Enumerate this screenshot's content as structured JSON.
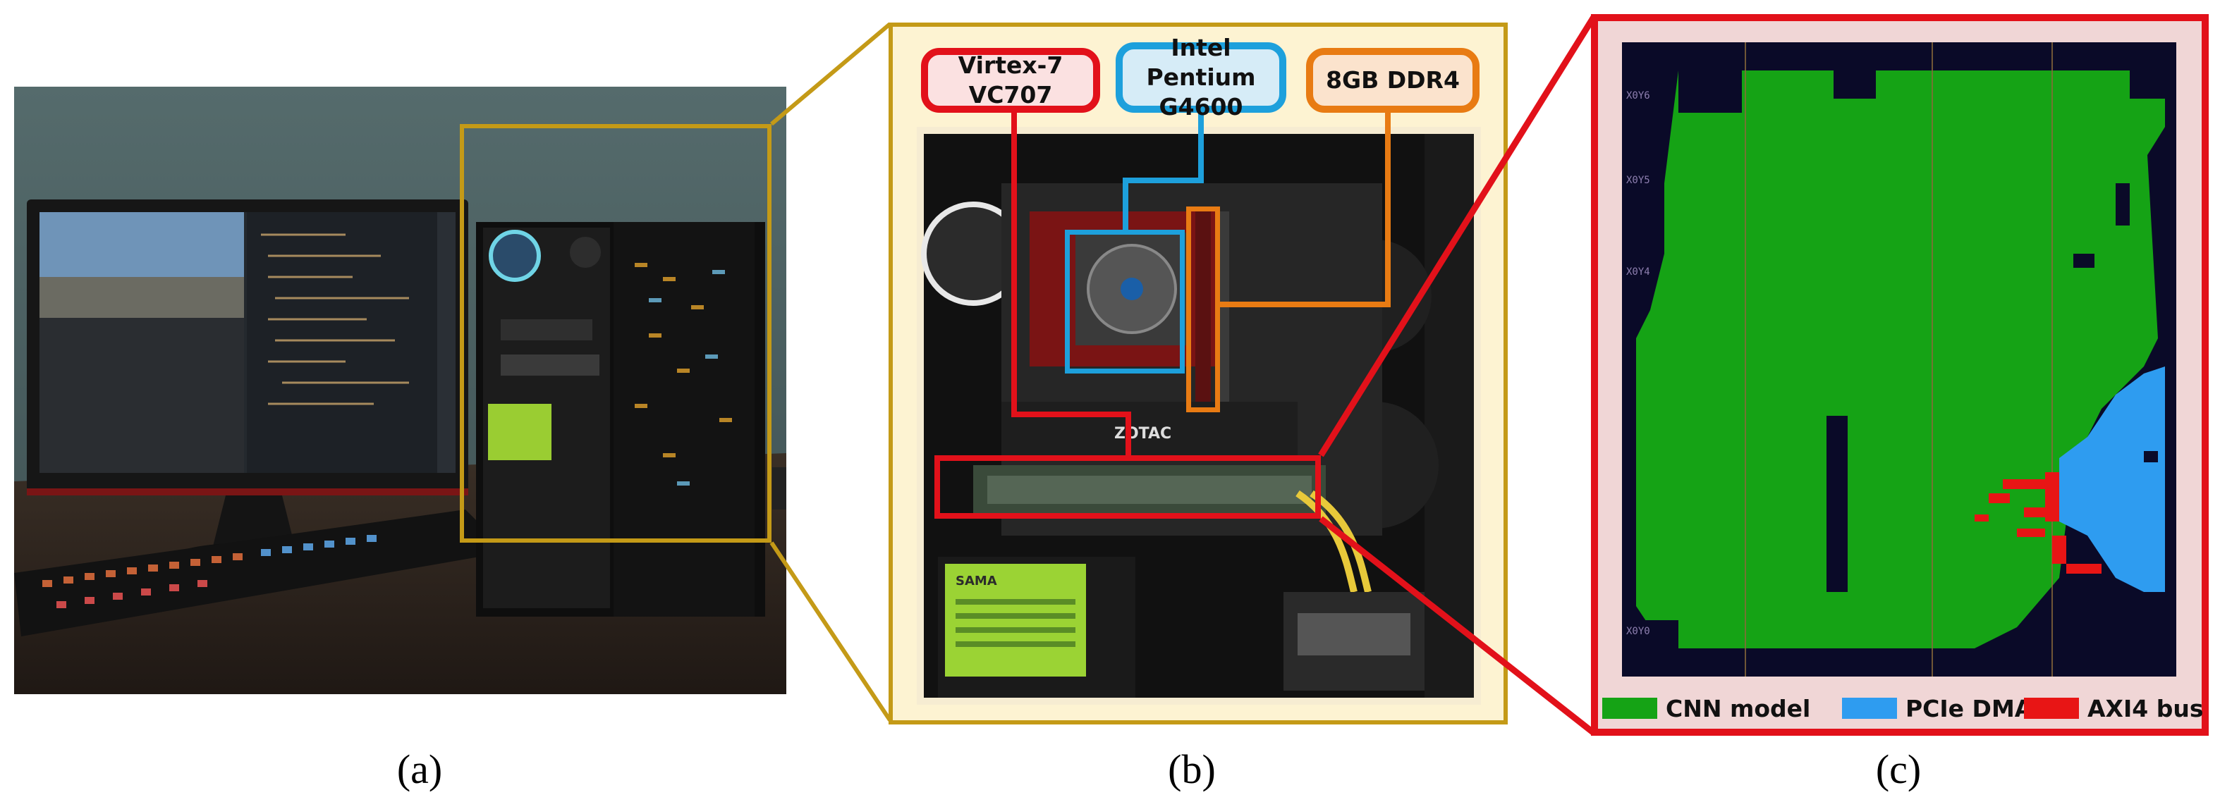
{
  "panels": {
    "a": {
      "caption": "(a)"
    },
    "b": {
      "caption": "(b)",
      "callouts": {
        "fpga_board": "Virtex-7 VC707",
        "cpu": "Intel Pentium\nG4600",
        "ram": "8GB DDR4"
      },
      "gpu_brand": "ZOTAC",
      "psu_brand": "SAMA"
    },
    "c": {
      "caption": "(c)",
      "legend": [
        {
          "label": "CNN model",
          "color": "#15a315"
        },
        {
          "label": "PCIe DMA",
          "color": "#2e9cf0"
        },
        {
          "label": "AXI4 bus",
          "color": "#e81515"
        }
      ],
      "region_labels": [
        "X0Y6",
        "X0Y5",
        "X0Y4",
        "X0Y0"
      ]
    }
  },
  "colors": {
    "gold": "#c49a17",
    "red": "#e2111a",
    "blue": "#1da0dc",
    "orange": "#e87b13",
    "panel_c_bg": "#f0d6d6"
  }
}
